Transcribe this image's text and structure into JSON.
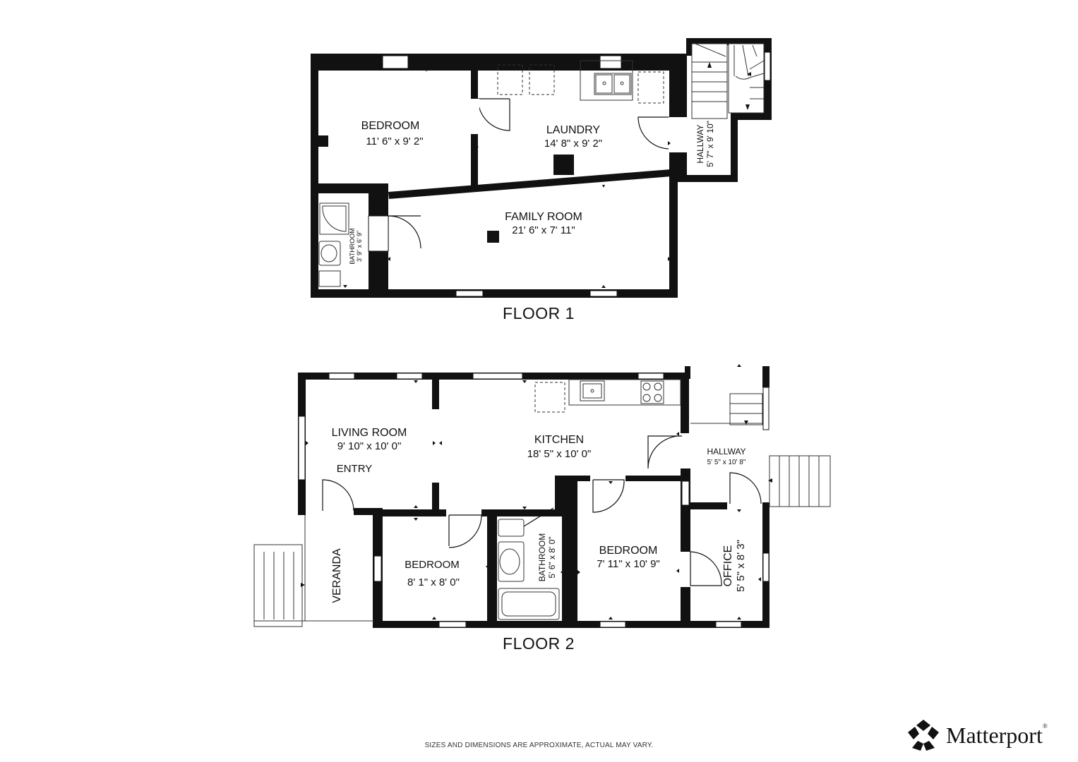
{
  "floors": [
    {
      "label": "FLOOR 1",
      "rooms": [
        {
          "name": "BEDROOM",
          "dims": "11' 6\" x 9' 2\""
        },
        {
          "name": "LAUNDRY",
          "dims": "14' 8\" x 9' 2\""
        },
        {
          "name": "HALLWAY",
          "dims": "5' 7\" x 9' 10\""
        },
        {
          "name": "FAMILY ROOM",
          "dims": "21' 6\" x 7' 11\""
        },
        {
          "name": "BATHROOM",
          "dims": "3' 9\" x 6' 9\""
        }
      ]
    },
    {
      "label": "FLOOR 2",
      "rooms": [
        {
          "name": "LIVING ROOM",
          "dims": "9' 10\" x 10' 0\""
        },
        {
          "name": "ENTRY",
          "dims": ""
        },
        {
          "name": "KITCHEN",
          "dims": "18' 5\" x 10' 0\""
        },
        {
          "name": "HALLWAY",
          "dims": "5' 5\" x 10' 8\""
        },
        {
          "name": "VERANDA",
          "dims": ""
        },
        {
          "name": "BEDROOM",
          "dims": "8' 1\" x 8' 0\""
        },
        {
          "name": "BATHROOM",
          "dims": "5' 6\" x 8' 0\""
        },
        {
          "name": "BEDROOM",
          "dims": "7' 11\" x 10' 9\""
        },
        {
          "name": "OFFICE",
          "dims": "5' 5\" x 8' 3\""
        }
      ]
    }
  ],
  "disclaimer": "SIZES AND DIMENSIONS ARE APPROXIMATE, ACTUAL MAY VARY.",
  "brand": {
    "name": "Matterport",
    "mark": "®"
  },
  "colors": {
    "wall": "#111111",
    "background": "#ffffff",
    "fixture": "#555555"
  }
}
